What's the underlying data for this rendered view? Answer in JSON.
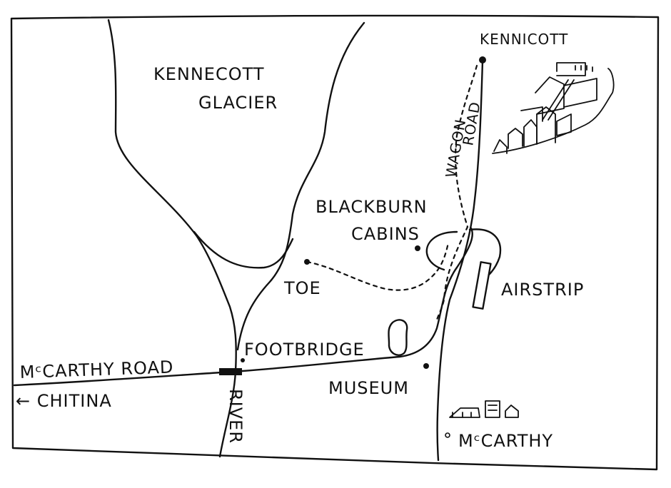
{
  "labels": {
    "glacier_line1": "KENNECOTT",
    "glacier_line2": "GLACIER",
    "kennicott": "KENNICOTT",
    "wagon": "WAGON",
    "road": "ROAD",
    "blackburn": "BLACKBURN",
    "cabins": "CABINS",
    "toe": "TOE",
    "airstrip": "AIRSTRIP",
    "footbridge": "FOOTBRIDGE",
    "mccarthy_road": "MᶜCARTHY ROAD",
    "chitina": "← CHITINA",
    "river": "RIVER",
    "museum": "MUSEUM",
    "mccarthy": "MᶜCARTHY"
  }
}
